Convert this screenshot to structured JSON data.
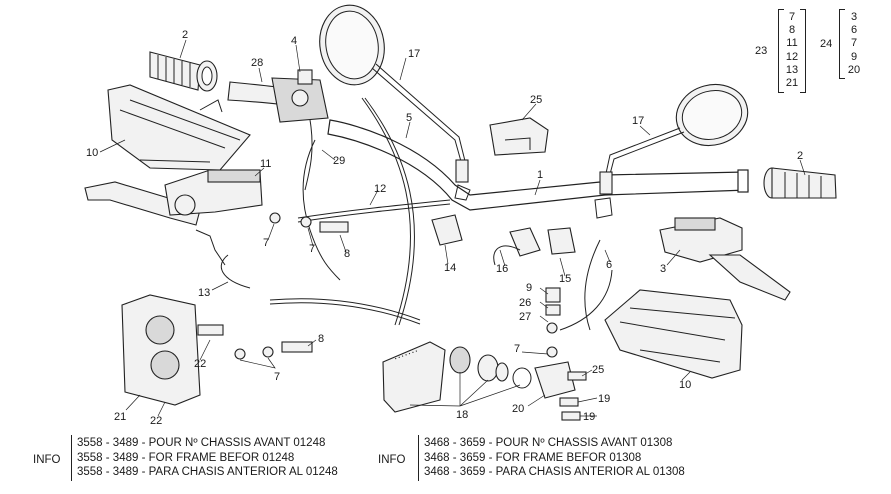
{
  "callouts": {
    "c1": "1",
    "c2a": "2",
    "c2b": "2",
    "c3": "3",
    "c4": "4",
    "c5": "5",
    "c6": "6",
    "c7a": "7",
    "c7b": "7",
    "c7c": "7",
    "c7d": "7",
    "c8a": "8",
    "c8b": "8",
    "c9": "9",
    "c10a": "10",
    "c10b": "10",
    "c11": "11",
    "c12": "12",
    "c13": "13",
    "c14": "14",
    "c15": "15",
    "c16": "16",
    "c17a": "17",
    "c17b": "17",
    "c18": "18",
    "c19a": "19",
    "c19b": "19",
    "c20": "20",
    "c21": "21",
    "c22a": "22",
    "c22b": "22",
    "c25a": "25",
    "c25b": "25",
    "c26": "26",
    "c27": "27",
    "c28": "28",
    "c29": "29"
  },
  "groups": {
    "group23": {
      "key": "23",
      "items": [
        "7",
        "8",
        "11",
        "12",
        "13",
        "21"
      ]
    },
    "group24": {
      "key": "24",
      "items": [
        "3",
        "6",
        "7",
        "9",
        "20"
      ]
    }
  },
  "info": {
    "left": {
      "label": "INFO",
      "lines": [
        "3558 - 3489 - POUR Nº CHASSIS AVANT 01248",
        "3558 - 3489 - FOR FRAME BEFOR 01248",
        "3558 - 3489 - PARA CHASIS ANTERIOR AL 01248"
      ]
    },
    "right": {
      "label": "INFO",
      "lines": [
        "3468 - 3659 - POUR Nº CHASSIS AVANT 01308",
        "3468 - 3659 - FOR FRAME BEFOR 01308",
        "3468 - 3659 - PARA CHASIS ANTERIOR AL 01308"
      ]
    }
  }
}
